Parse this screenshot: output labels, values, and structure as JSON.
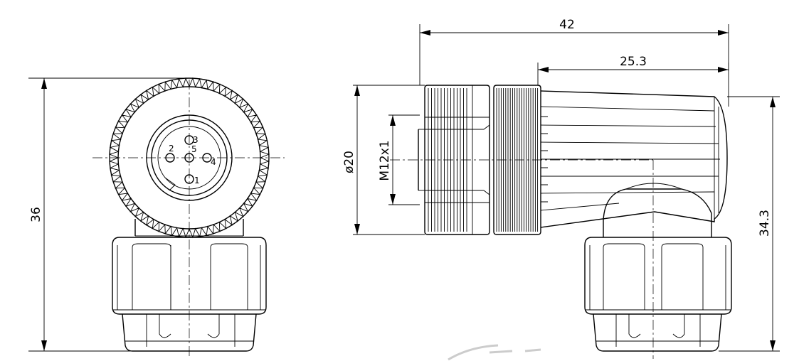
{
  "dimensions": {
    "height_total": "36",
    "width_total": "42",
    "width_body": "25.3",
    "diameter": "ø20",
    "thread": "M12x1",
    "height_side": "34.3"
  },
  "pins": [
    "1",
    "2",
    "3",
    "4",
    "5"
  ],
  "colors": {
    "line": "#000000",
    "background": "#ffffff",
    "watermark": "#cccccc"
  }
}
